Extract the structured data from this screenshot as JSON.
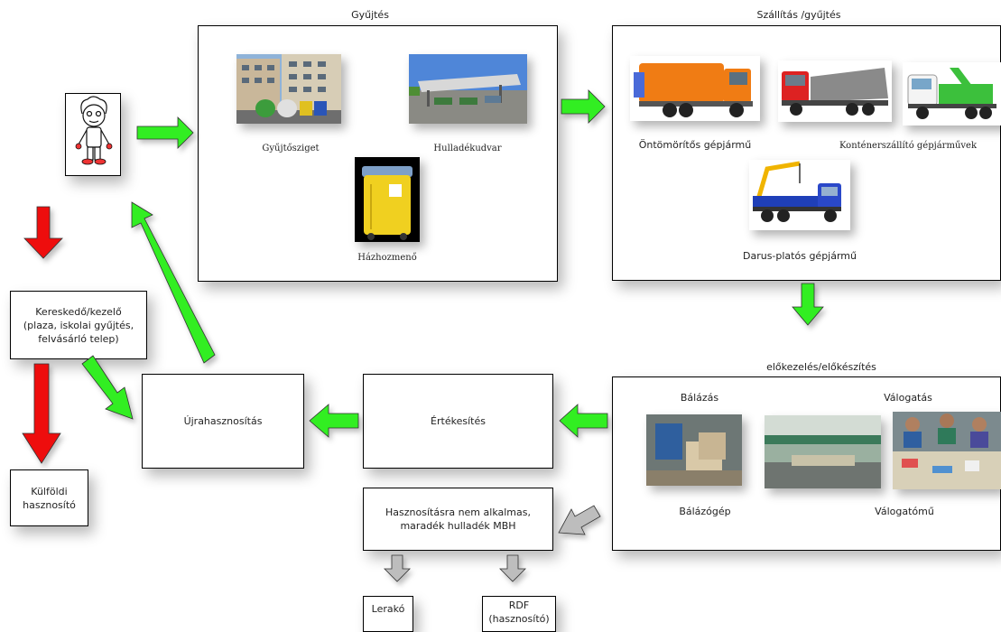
{
  "collection": {
    "title": "Gyűjtés",
    "items": [
      {
        "label": "Gyűjtősziget"
      },
      {
        "label": "Hulladékudvar"
      },
      {
        "label": "Házhozmenő"
      }
    ]
  },
  "transport": {
    "title": "Szállítás /gyűjtés",
    "items": [
      {
        "label": "Öntömörítős gépjármű"
      },
      {
        "label": "Konténerszállító gépjárművek"
      },
      {
        "label": "Darus-platós gépjármű"
      }
    ]
  },
  "preprocessing": {
    "title": "előkezelés/előkészítés",
    "items": [
      {
        "label": "Bálázás"
      },
      {
        "label": "Válogatás"
      },
      {
        "label": "Bálázógép"
      },
      {
        "label": "Válogatómű"
      }
    ]
  },
  "boxes": {
    "reuse": "Újrahasznosítás",
    "sale": "Értékesítés",
    "trader_line1": "Kereskedő/kezelő",
    "trader_line2": "(plaza, iskolai gyűjtés,",
    "trader_line3": "felvásárló telep)",
    "foreign_line1": "Külföldi",
    "foreign_line2": "hasznosító",
    "residual_line1": "Hasznosításra nem alkalmas,",
    "residual_line2": "maradék hulladék MBH",
    "landfill": "Lerakó",
    "rdf_line1": "RDF",
    "rdf_line2": "(hasznosító)"
  },
  "colors": {
    "green_arrow": "#33ee22",
    "red_arrow": "#ee1111",
    "gray_arrow": "#bdbdbd"
  }
}
